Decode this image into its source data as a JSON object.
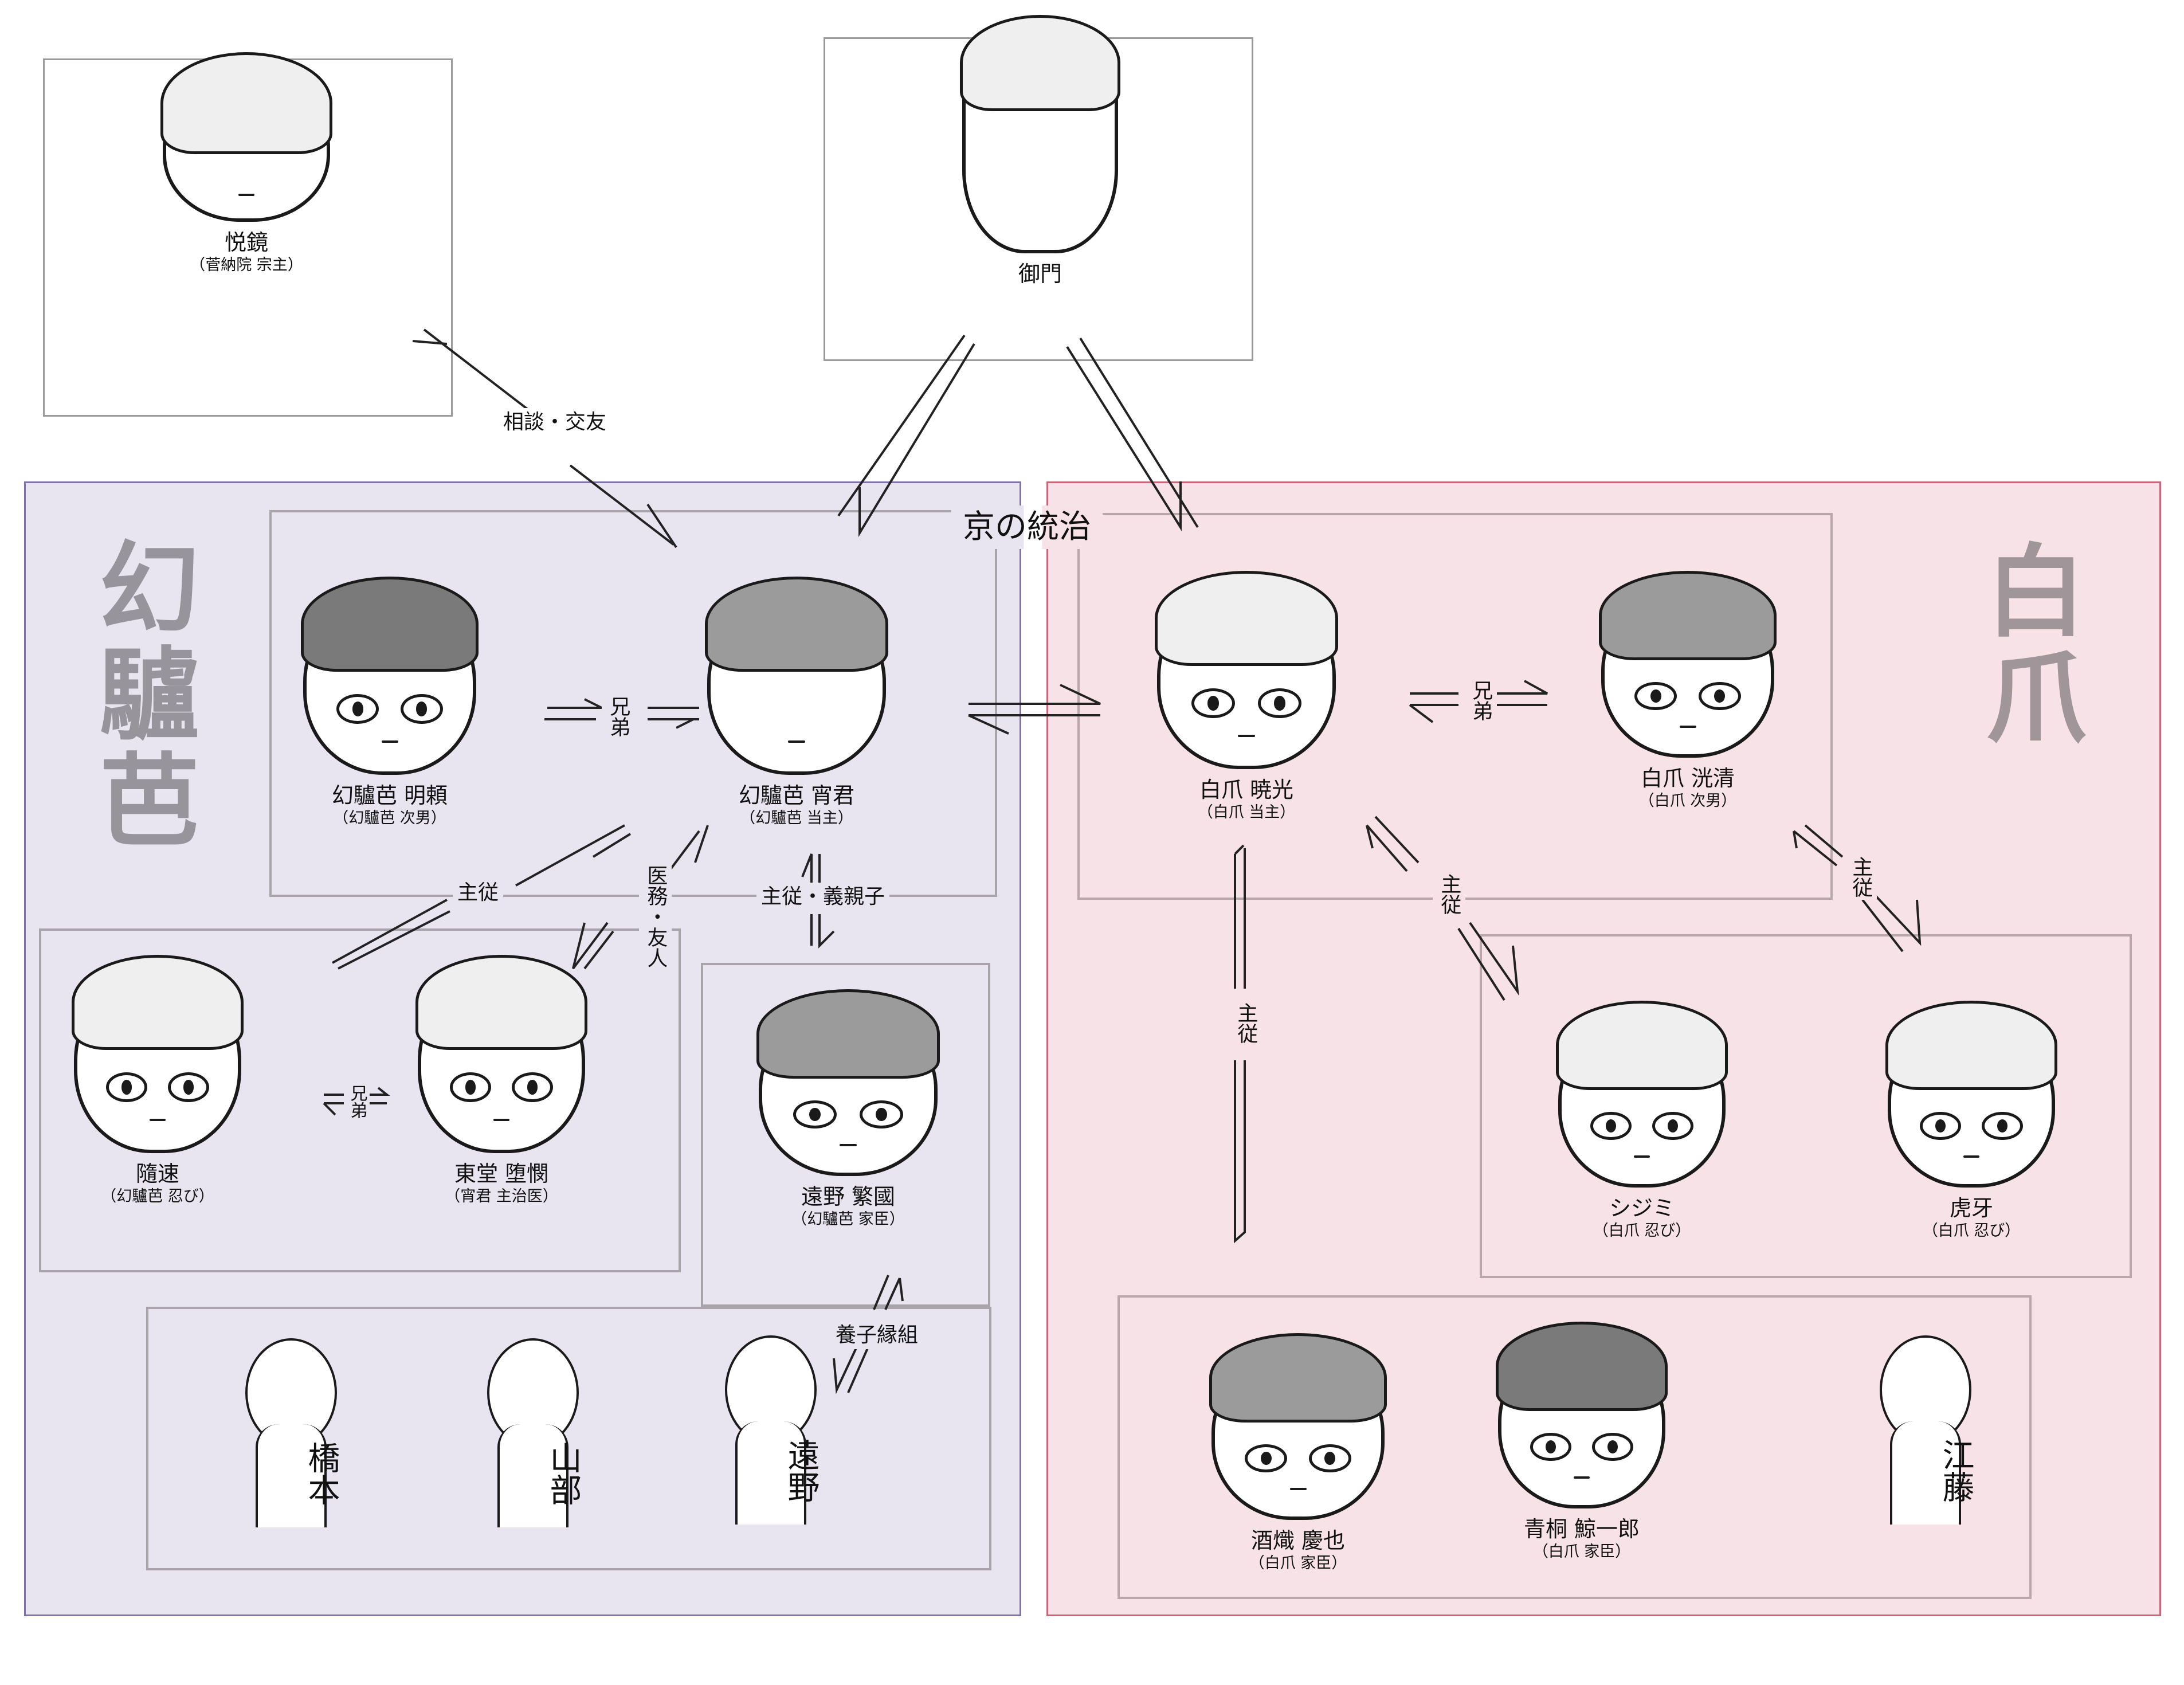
{
  "diagram": {
    "type": "character-relationship-chart",
    "center_banner": "京の統治",
    "colors": {
      "genrohba_bg": "#e8e5f1",
      "genrohba_border": "#7e72a8",
      "hakuso_bg": "#f6e2e7",
      "hakuso_border": "#c8667a",
      "clan_title_text": "#98949c",
      "frame_border": "#a8a4aa"
    }
  },
  "outside": {
    "etsukyo": {
      "name": "悦鏡",
      "role": "（菅納院 宗主）"
    },
    "mikado": {
      "name": "御門",
      "role": ""
    }
  },
  "genrohba": {
    "title": "幻驢芭",
    "members": {
      "akiyori": {
        "name": "幻驢芭 明頼",
        "role": "（幻驢芭 次男）"
      },
      "shokun": {
        "name": "幻驢芭 宵君",
        "role": "（幻驢芭 当主）"
      },
      "zuisoku": {
        "name": "隨速",
        "role": "（幻驢芭 忍び）"
      },
      "zuiken": {
        "name": "東堂 堕憫",
        "role": "（宵君 主治医）"
      },
      "hankoku": {
        "name": "遠野 繁國",
        "role": "（幻驢芭 家臣）"
      }
    },
    "placeholders": [
      "橋本",
      "山部",
      "遠野"
    ]
  },
  "hakuso": {
    "title": "白爪",
    "members": {
      "akimitsu": {
        "name": "白爪 暁光",
        "role": "（白爪 当主）"
      },
      "kosei": {
        "name": "白爪 洸清",
        "role": "（白爪 次男）"
      },
      "shijimi": {
        "name": "シジミ",
        "role": "（白爪 忍び）"
      },
      "koga": {
        "name": "虎牙",
        "role": "（白爪 忍び）"
      },
      "keiya": {
        "name": "酒熾 慶也",
        "role": "（白爪 家臣）"
      },
      "geiichiro": {
        "name": "青桐 鯨一郎",
        "role": "（白爪 家臣）"
      }
    },
    "placeholders": [
      "江藤"
    ]
  },
  "relations": {
    "consult_friend": "相談・交友",
    "brothers_left": "兄弟",
    "brothers_right": "兄弟",
    "master_servant_left": "主従",
    "medical_friend": "医務・友人",
    "master_servant_adoptive": "主従・義親子",
    "brothers_shinobi": "兄弟",
    "adoption": "養子縁組",
    "master_servant_shijimi": "主従",
    "master_servant_koga": "主従",
    "master_servant_retainers": "主従"
  }
}
